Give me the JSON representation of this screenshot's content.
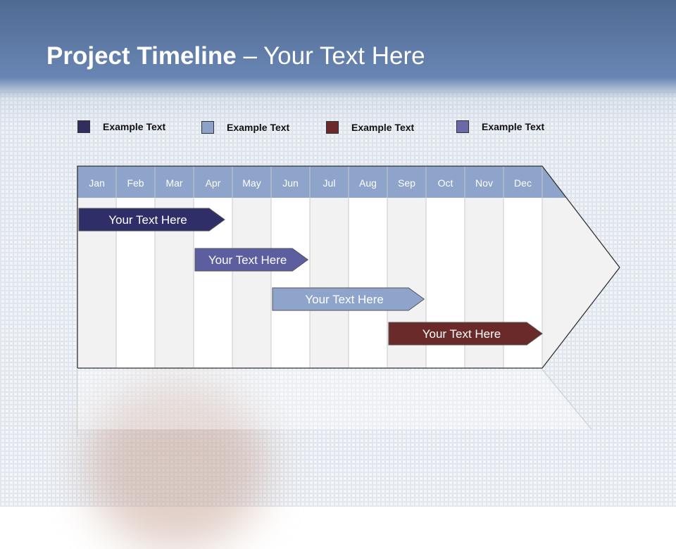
{
  "title": {
    "bold": "Project Timeline",
    "rest": " – Your Text Here"
  },
  "legend": [
    {
      "label": "Example Text",
      "color": "#2f2e5e"
    },
    {
      "label": "Example Text",
      "color": "#8ca2c8"
    },
    {
      "label": "Example Text",
      "color": "#6b2a2a"
    },
    {
      "label": "Example Text",
      "color": "#6a6aa8"
    }
  ],
  "months": [
    "Jan",
    "Feb",
    "Mar",
    "Apr",
    "May",
    "Jun",
    "Jul",
    "Aug",
    "Sep",
    "Oct",
    "Nov",
    "Dec"
  ],
  "tasks": [
    {
      "label": "Your  Text Here",
      "start": 0,
      "end": 3.8,
      "color": "#2f2e68"
    },
    {
      "label": "Your  Text Here",
      "start": 3,
      "end": 5.95,
      "color": "#5d5ea0"
    },
    {
      "label": "Your  Text Here",
      "start": 5,
      "end": 8.95,
      "color": "#8ea4cb"
    },
    {
      "label": "Your  Text Here",
      "start": 8,
      "end": 12,
      "color": "#6b2a2a"
    }
  ],
  "colors": {
    "header": "#8ea4cb",
    "col_even": "#f2f2f2",
    "col_odd": "#ffffff"
  }
}
